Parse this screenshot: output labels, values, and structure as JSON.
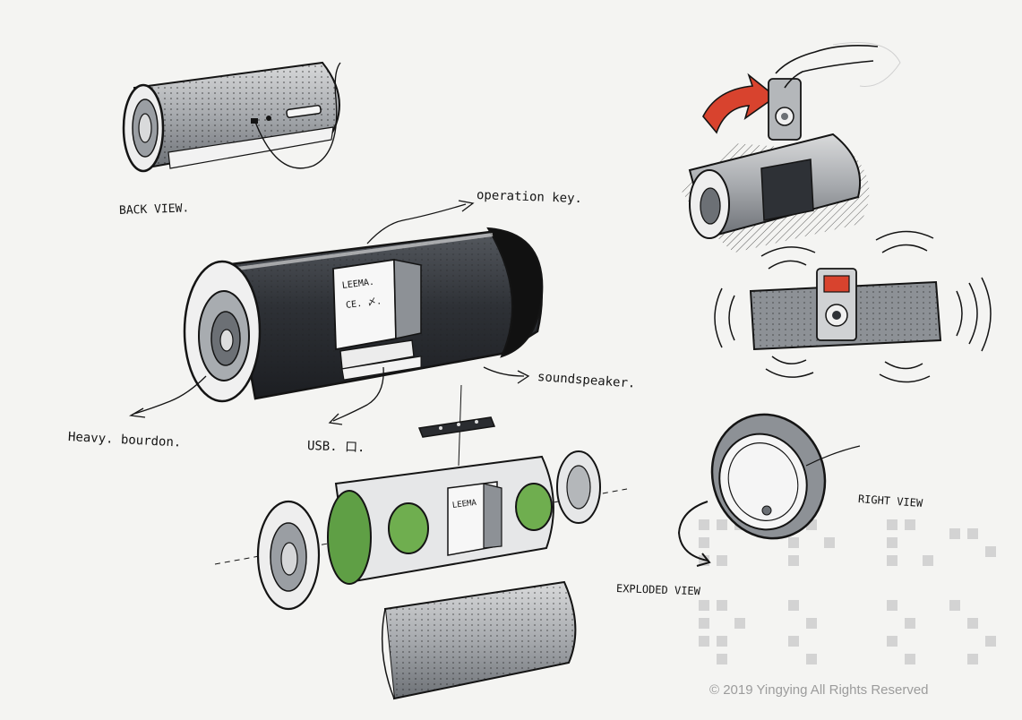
{
  "labels": {
    "back_view": "BACK VIEW.",
    "operation_key": "operation key.",
    "heavy_bourdon": "Heavy. bourdon.",
    "usb": "USB. 口.",
    "sound_speaker": "soundspeaker.",
    "right_view": "RIGHT VIEW",
    "exploded_view": "EXPLODED VIEW"
  },
  "screen_text": {
    "line1": "LEEMA.",
    "line2": "CE. 〆.",
    "core_print": "LEEMA"
  },
  "copyright": "© 2019 Yingying All Rights Reserved",
  "colors": {
    "ink": "#141414",
    "speaker_body": "#3a3d42",
    "marker_grey": "#9a9ea3",
    "light_grey": "#d0d2d4",
    "green_accent": "#6fae4f",
    "red_accent": "#d8432e",
    "watermark": "#c9c9c9"
  },
  "icons": {
    "rotation_arrow": "red-curved-arrow-icon",
    "sound_waves": "sound-wave-icon",
    "hand": "pointing-hand-icon"
  }
}
